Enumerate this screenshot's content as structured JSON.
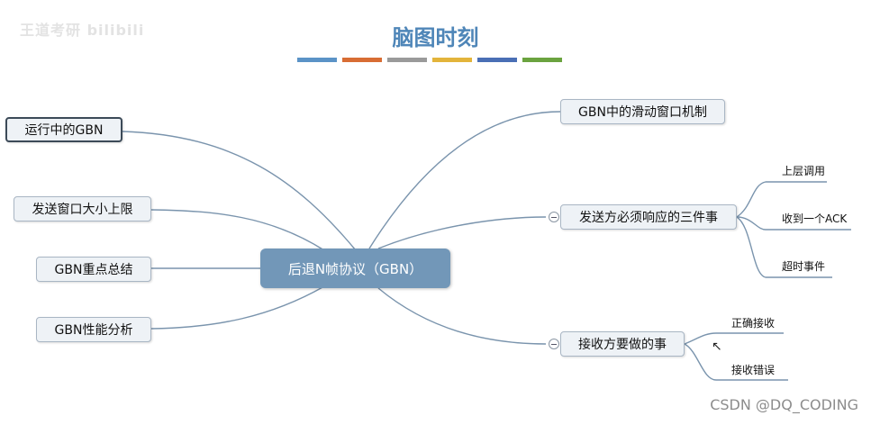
{
  "header": {
    "watermark": "王道考研 bilibili",
    "title": "脑图时刻",
    "color_stripes": [
      "#5b93c7",
      "#d86d34",
      "#9a9a9a",
      "#e3b43b",
      "#4a6fb5",
      "#6ba33f"
    ]
  },
  "mindmap": {
    "center": "后退N帧协议（GBN）",
    "left_topics": [
      "运行中的GBN",
      "发送窗口大小上限",
      "GBN重点总结",
      "GBN性能分析"
    ],
    "right_topics": [
      {
        "label": "GBN中的滑动窗口机制",
        "children": []
      },
      {
        "label": "发送方必须响应的三件事",
        "children": [
          "上层调用",
          "收到一个ACK",
          "超时事件"
        ]
      },
      {
        "label": "接收方要做的事",
        "children": [
          "正确接收",
          "接收错误"
        ]
      }
    ],
    "link_color": "#7a94ad"
  },
  "footer": {
    "watermark": "CSDN @DQ_CODING"
  }
}
